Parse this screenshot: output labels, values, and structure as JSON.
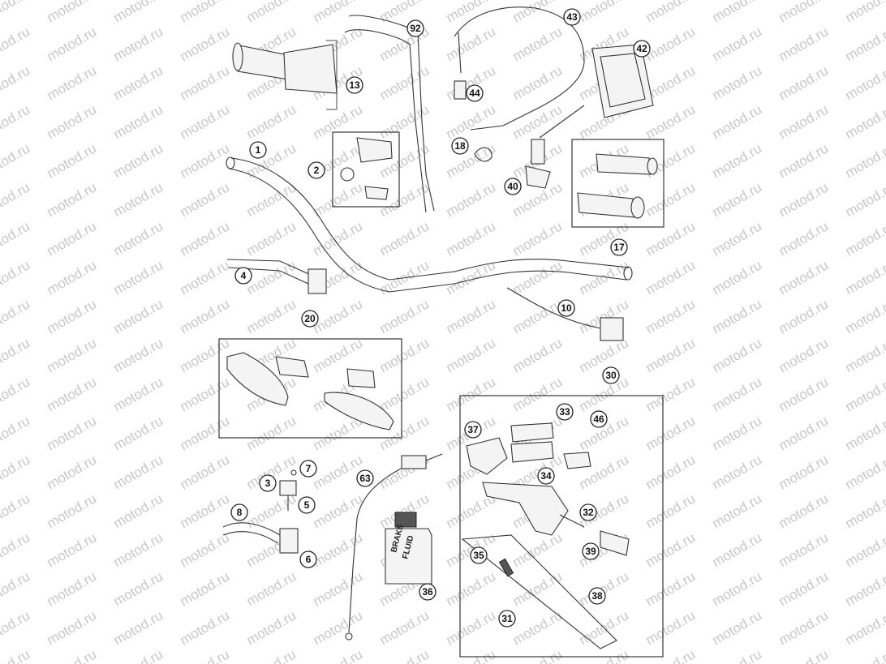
{
  "watermark": {
    "text": "motod.ru",
    "color": "#c8c8c8"
  },
  "bottle": {
    "line1": "BRAKE",
    "line2": "FLUID"
  },
  "callouts": [
    "1",
    "2",
    "3",
    "4",
    "5",
    "6",
    "7",
    "8",
    "10",
    "13",
    "17",
    "18",
    "20",
    "30",
    "31",
    "32",
    "33",
    "34",
    "35",
    "36",
    "37",
    "38",
    "39",
    "40",
    "42",
    "43",
    "44",
    "46",
    "63",
    "92"
  ],
  "colors": {
    "line": "#333333",
    "background": "#ffffff"
  }
}
